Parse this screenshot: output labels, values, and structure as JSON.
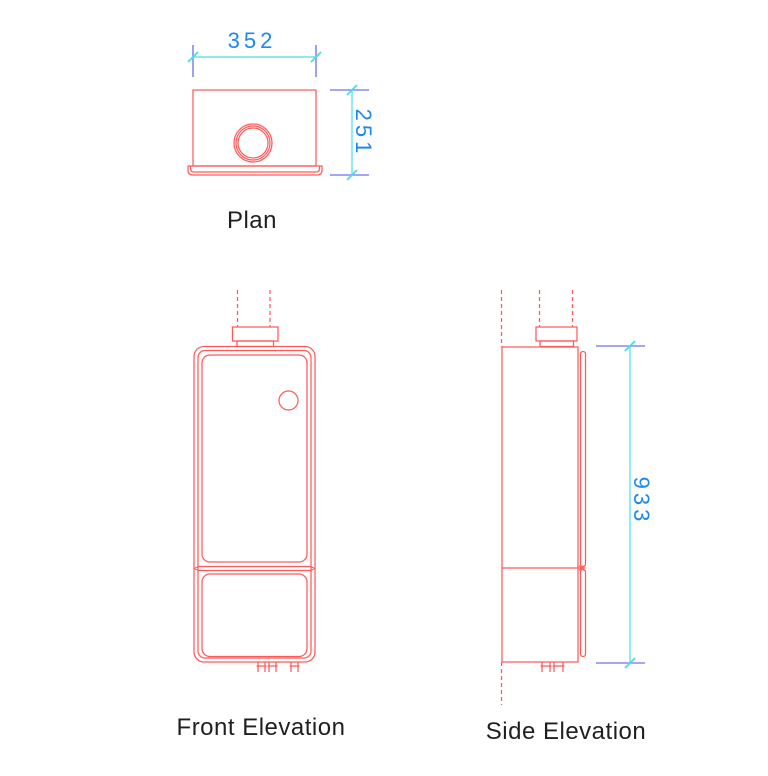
{
  "views": {
    "plan": {
      "label": "Plan",
      "dims": {
        "width": "352",
        "depth": "251"
      }
    },
    "front": {
      "label": "Front Elevation"
    },
    "side": {
      "label": "Side Elevation",
      "dims": {
        "height": "933"
      }
    }
  },
  "colors": {
    "background": "#ffffff",
    "outline": "#ff5a5a",
    "dim_line": "#4adde8",
    "ext_line": "#8888f0",
    "dim_text": "#1d87f2",
    "label_text": "#1f1f1f"
  }
}
